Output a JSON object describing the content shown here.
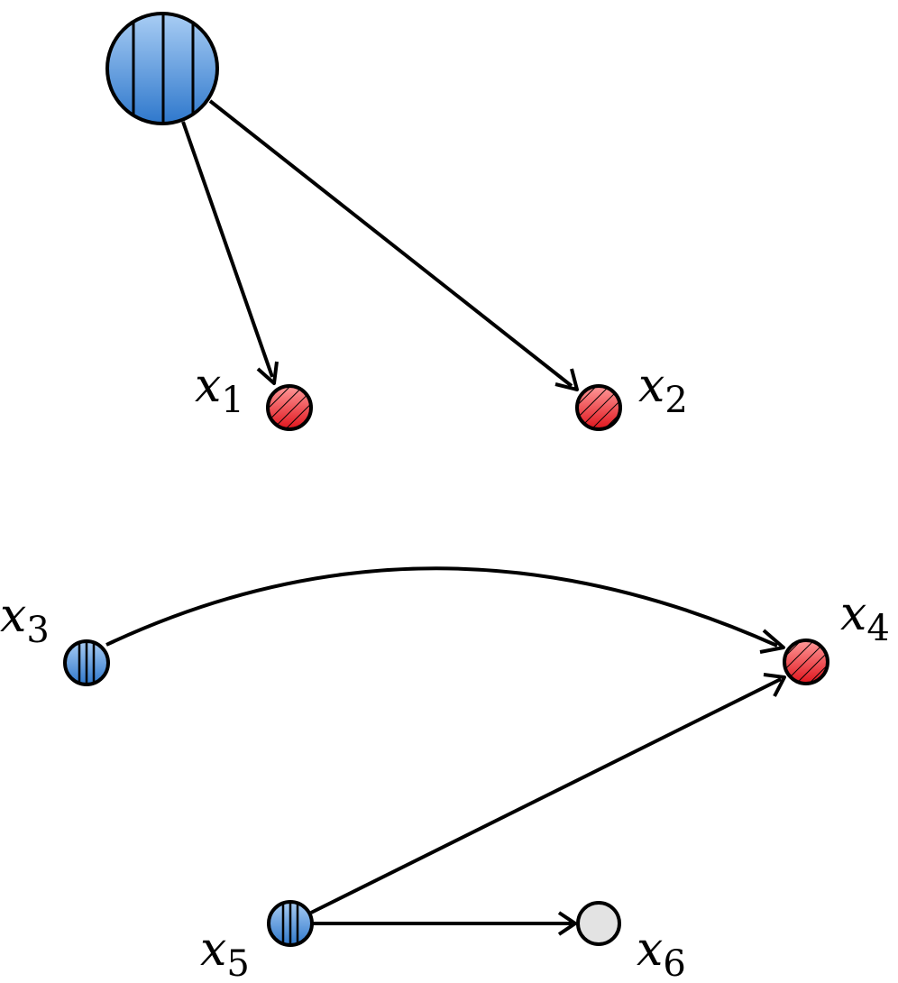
{
  "diagram": {
    "nodes": [
      {
        "id": "root",
        "label_base": "",
        "label_sub": "",
        "fill": "blue",
        "pattern": "vertical-stripes",
        "size": "large"
      },
      {
        "id": "x1",
        "label_base": "x",
        "label_sub": "1",
        "fill": "red",
        "pattern": "diagonal-hatch",
        "size": "small"
      },
      {
        "id": "x2",
        "label_base": "x",
        "label_sub": "2",
        "fill": "red",
        "pattern": "diagonal-hatch",
        "size": "small"
      },
      {
        "id": "x3",
        "label_base": "x",
        "label_sub": "3",
        "fill": "blue",
        "pattern": "vertical-stripes",
        "size": "small"
      },
      {
        "id": "x4",
        "label_base": "x",
        "label_sub": "4",
        "fill": "red",
        "pattern": "diagonal-hatch",
        "size": "small"
      },
      {
        "id": "x5",
        "label_base": "x",
        "label_sub": "5",
        "fill": "blue",
        "pattern": "vertical-stripes",
        "size": "small"
      },
      {
        "id": "x6",
        "label_base": "x",
        "label_sub": "6",
        "fill": "gray",
        "pattern": "none",
        "size": "small"
      }
    ],
    "edges": [
      {
        "from": "root",
        "to": "x1",
        "style": "straight"
      },
      {
        "from": "root",
        "to": "x2",
        "style": "straight"
      },
      {
        "from": "x3",
        "to": "x4",
        "style": "curved"
      },
      {
        "from": "x5",
        "to": "x4",
        "style": "straight"
      },
      {
        "from": "x5",
        "to": "x6",
        "style": "straight"
      }
    ],
    "colors": {
      "blue_light": "#a9cdf4",
      "blue_dark": "#2f78cc",
      "red_light": "#ff9a9a",
      "red_dark": "#e0141c",
      "gray": "#e3e3e3",
      "stroke": "#000000"
    }
  }
}
